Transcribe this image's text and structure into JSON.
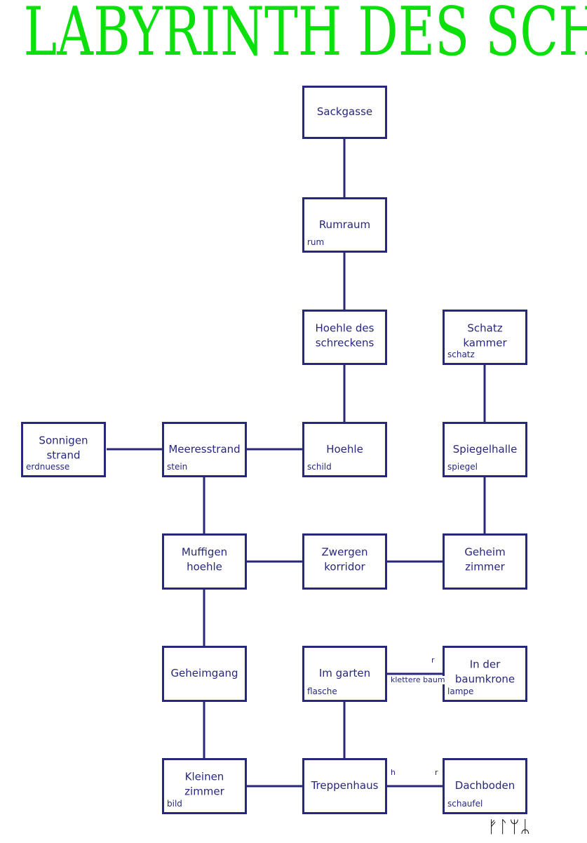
{
  "title": "LABYRINTH DES SCHRECKENS",
  "colors": {
    "title_green": "#0ce00c",
    "line_navy": "#27277d",
    "background": "#ffffff",
    "rune_black": "#111111"
  },
  "signature_runes": "ᚠᛚᛘᛦ",
  "rooms": [
    {
      "id": "sackgasse",
      "name": "Sackgasse",
      "item": ""
    },
    {
      "id": "rumraum",
      "name": "Rumraum",
      "item": "rum"
    },
    {
      "id": "hoehle_des",
      "name": "Hoehle des schreckens",
      "item": ""
    },
    {
      "id": "schatz",
      "name": "Schatz kammer",
      "item": "schatz"
    },
    {
      "id": "sonnigen",
      "name": "Sonnigen strand",
      "item": "erdnuesse"
    },
    {
      "id": "meeresstrand",
      "name": "Meeresstrand",
      "item": "stein"
    },
    {
      "id": "hoehle",
      "name": "Hoehle",
      "item": "schild"
    },
    {
      "id": "spiegelhalle",
      "name": "Spiegelhalle",
      "item": "spiegel"
    },
    {
      "id": "muffigen",
      "name": "Muffigen hoehle",
      "item": ""
    },
    {
      "id": "zwergen",
      "name": "Zwergen korridor",
      "item": ""
    },
    {
      "id": "geheimzimmer",
      "name": "Geheim zimmer",
      "item": ""
    },
    {
      "id": "geheimgang",
      "name": "Geheimgang",
      "item": ""
    },
    {
      "id": "imgarten",
      "name": "Im garten",
      "item": "flasche"
    },
    {
      "id": "baumkrone",
      "name": "In der baumkrone",
      "item": "lampe"
    },
    {
      "id": "kleinen",
      "name": "Kleinen zimmer",
      "item": "bild"
    },
    {
      "id": "treppenhaus",
      "name": "Treppenhaus",
      "item": ""
    },
    {
      "id": "dachboden",
      "name": "Dachboden",
      "item": "schaufel"
    }
  ],
  "edge_labels": [
    {
      "id": "garten-r",
      "text": "r"
    },
    {
      "id": "klettere-baum",
      "text": "klettere baum"
    },
    {
      "id": "treppenhaus-h",
      "text": "h"
    },
    {
      "id": "dachboden-r",
      "text": "r"
    }
  ]
}
